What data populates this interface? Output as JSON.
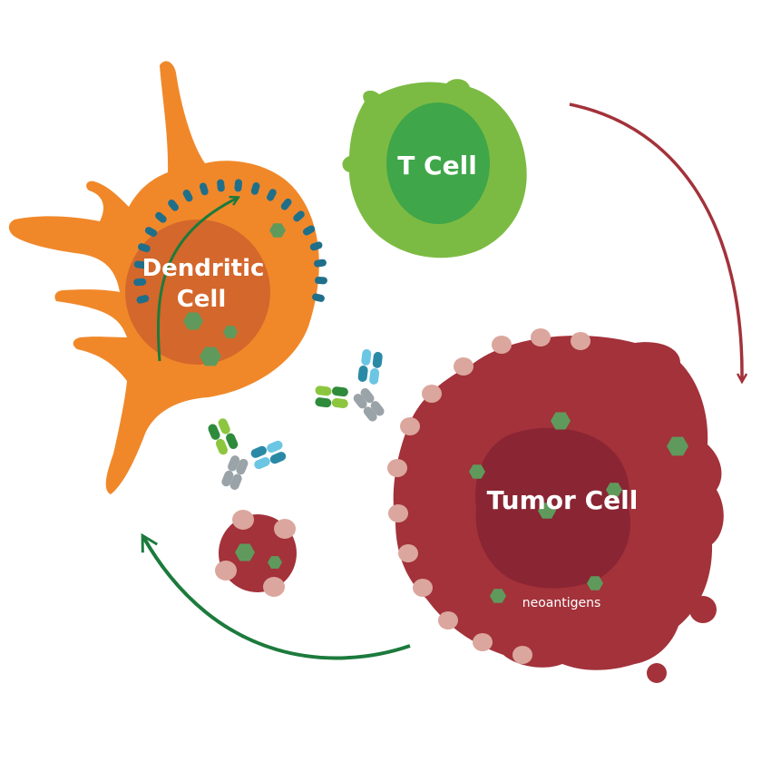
{
  "labels": {
    "dendritic_line1": "Dendritic",
    "dendritic_line2": "Cell",
    "t_cell": "T Cell",
    "tumor_cell": "Tumor Cell",
    "neoantigens": "neoantigens"
  },
  "colors": {
    "dendritic_body": "#f0882a",
    "dendritic_nucleus": "#d4672b",
    "dendritic_receptor": "#1f6f8b",
    "t_cell_outer": "#7cbb43",
    "t_cell_inner": "#3fa649",
    "tumor_body": "#a3323a",
    "tumor_nucleus": "#8a2533",
    "tumor_bead": "#dba69d",
    "antigen": "#5f9a5c",
    "arrow_red": "#a3323a",
    "arrow_green": "#1c7a3c",
    "antibody_gray": "#9aa3a8",
    "antibody_light_blue": "#6bc6e3",
    "antibody_teal": "#2a8aa6",
    "antibody_light_green": "#8cc63f",
    "antibody_dark_green": "#2e8b3c"
  }
}
